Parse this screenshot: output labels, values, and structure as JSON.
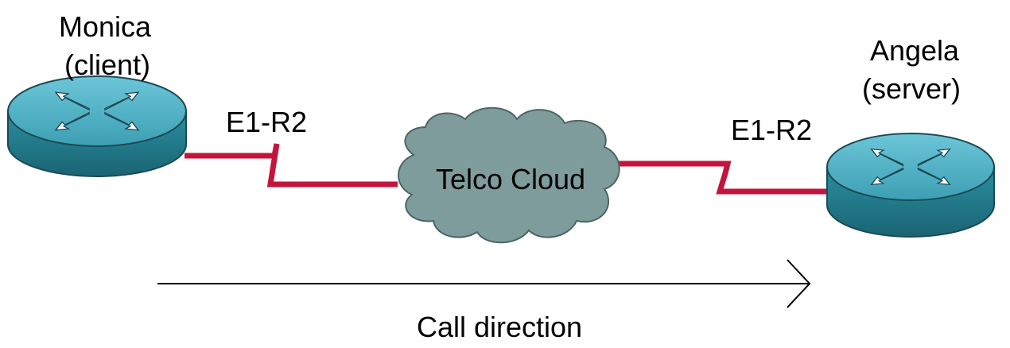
{
  "diagram": {
    "left_router": {
      "name": "Monica",
      "role": "(client)"
    },
    "right_router": {
      "name": "Angela",
      "role": "(server)"
    },
    "left_link_label": "E1-R2",
    "right_link_label": "E1-R2",
    "cloud_label": "Telco Cloud",
    "direction_label": "Call direction"
  },
  "colors": {
    "router_body": "#2a8fa0",
    "router_top": "#4fb2c6",
    "link": "#c5143c",
    "cloud": "#7f9c9c",
    "cloud_outline": "#4e6464"
  },
  "icons": {
    "router": "router-icon",
    "cloud": "cloud-icon",
    "arrow": "arrow-right-icon"
  }
}
